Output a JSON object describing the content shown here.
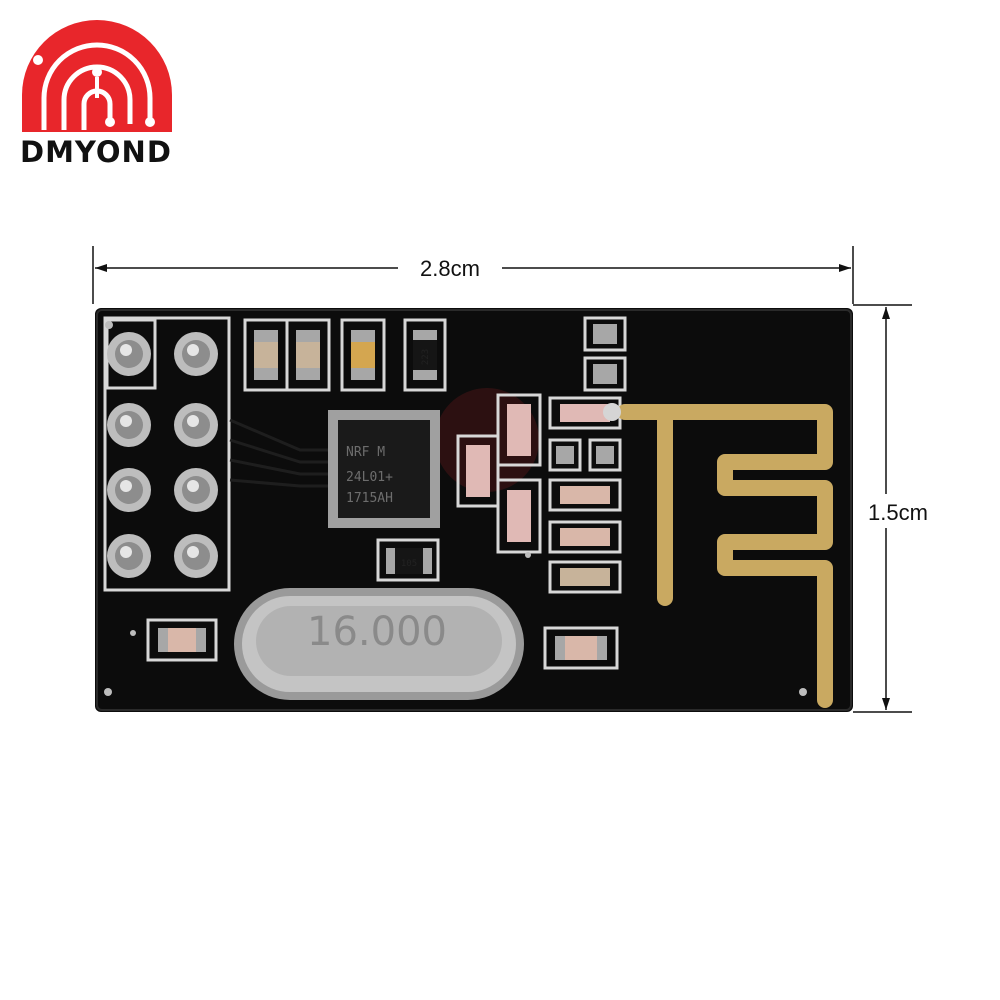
{
  "brand": {
    "name": "DMYOND",
    "logo_color": "#e8262b"
  },
  "dimensions": {
    "width_label": "2.8cm",
    "height_label": "1.5cm"
  },
  "module": {
    "chip_lines": [
      "NRF M",
      "24L01+",
      "1715AH"
    ],
    "crystal_label": "16.000",
    "small_marks": [
      "223",
      "105"
    ],
    "board_color": "#0c0c0c",
    "antenna_color": "#c9a961"
  }
}
